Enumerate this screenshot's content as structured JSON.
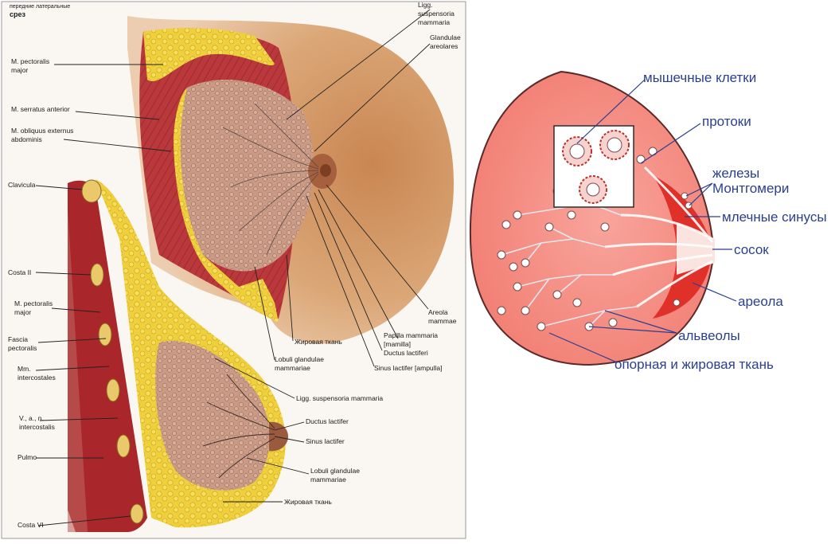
{
  "left_panel": {
    "header": {
      "top_line": "передние латеральные",
      "section": "срез"
    },
    "upper_labels": {
      "pectoralis_major": [
        "M. pectoralis",
        "major"
      ],
      "serratus": "M. serratus anterior",
      "obliquus": [
        "M. obliquus externus",
        "abdominis"
      ],
      "ligg_suspensoria": [
        "Ligg.",
        "suspensoria",
        "mammaria"
      ],
      "glandulae_areolares": [
        "Glandulae",
        "areolares"
      ],
      "areola_mammae": [
        "Areola",
        "mammae"
      ],
      "papilla_mammaria": [
        "Papilla mammaria",
        "[mamilla]"
      ],
      "ductus_lactiferi": "Ductus lactiferi",
      "sinus_lactifer_ampulla": "Sinus lactifer [ampulla]",
      "zhirovaya_upper": "Жировая ткань",
      "lobuli_upper": [
        "Lobuli glandulae",
        "mammariae"
      ]
    },
    "lower_labels": {
      "clavicula": "Clavicula",
      "costa_ii": "Costa II",
      "pectoralis_major_lower": [
        "M. pectoralis",
        "major"
      ],
      "fascia": [
        "Fascia",
        "pectoralis"
      ],
      "intercostales": [
        "Mm.",
        "intercostales"
      ],
      "van": [
        "V., a., n.",
        "intercostalis"
      ],
      "pulmo": "Pulmo",
      "costa_vi": "Costa VI",
      "ligg_lower": "Ligg. suspensoria mammaria",
      "ductus_lactifer": "Ductus lactifer",
      "sinus_lactifer": "Sinus lactifer",
      "lobuli_lower": [
        "Lobuli glandulae",
        "mammariae"
      ],
      "zhirovaya_lower": "Жировая ткань"
    }
  },
  "right_panel": {
    "labels": {
      "myshechnye": "мышечные клетки",
      "protoki": "протоки",
      "zhelezy": [
        "железы",
        "Монтгомери"
      ],
      "mlechnye": "млечные синусы",
      "sosok": "сосок",
      "areola": "ареола",
      "alveoly": "альвеолы",
      "opornaya": "опорная и жировая ткань"
    }
  },
  "colors": {
    "muscle": "#b8383c",
    "fat": "#e8c430",
    "gland": "#c9907a",
    "skin": "#d9a071",
    "breast_right": "#f4837a",
    "label_blue": "#2b3f8f",
    "duct_red": "#e0302a"
  }
}
